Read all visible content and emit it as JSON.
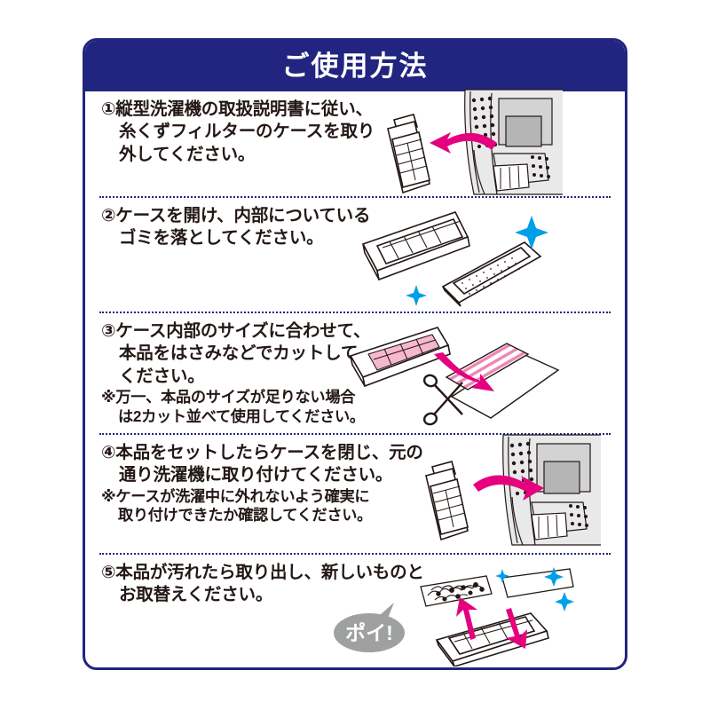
{
  "header": {
    "title": "ご使用方法"
  },
  "colors": {
    "navy": "#21257f",
    "magenta": "#e5007e",
    "cyan": "#00a0e9",
    "text": "#231815",
    "bubble_gray": "#9fa0a0",
    "pink_fill": "#f6b8d0"
  },
  "steps": [
    {
      "number": "①",
      "lines": [
        "①縦型洗濯機の取扱説明書に従い、",
        "糸くずフィルターのケースを取り",
        "外してください。"
      ],
      "notes": [],
      "illustration": "washer-remove-filter-case"
    },
    {
      "number": "②",
      "lines": [
        "②ケースを開け、内部についている",
        "ゴミを落としてください。"
      ],
      "notes": [],
      "illustration": "opened-filter-case-with-sparkles"
    },
    {
      "number": "③",
      "lines": [
        "③ケース内部のサイズに合わせて、",
        "本品をはさみなどでカットして",
        "ください。"
      ],
      "notes": [
        "※万一、本品のサイズが足りない場合",
        "は2カット並べて使用してください。"
      ],
      "illustration": "cut-sheet-with-scissors"
    },
    {
      "number": "④",
      "lines": [
        "④本品をセットしたらケースを閉じ、元の",
        "通り洗濯機に取り付けてください。"
      ],
      "notes": [
        "※ケースが洗濯中に外れないよう確実に",
        "取り付けできたか確認してください。"
      ],
      "illustration": "washer-reinstall-filter-case"
    },
    {
      "number": "⑤",
      "lines": [
        "⑤本品が汚れたら取り出し、新しいものと",
        "お取替えください。"
      ],
      "notes": [],
      "illustration": "replace-dirty-sheet-with-new",
      "callout": "ポイ!"
    }
  ]
}
